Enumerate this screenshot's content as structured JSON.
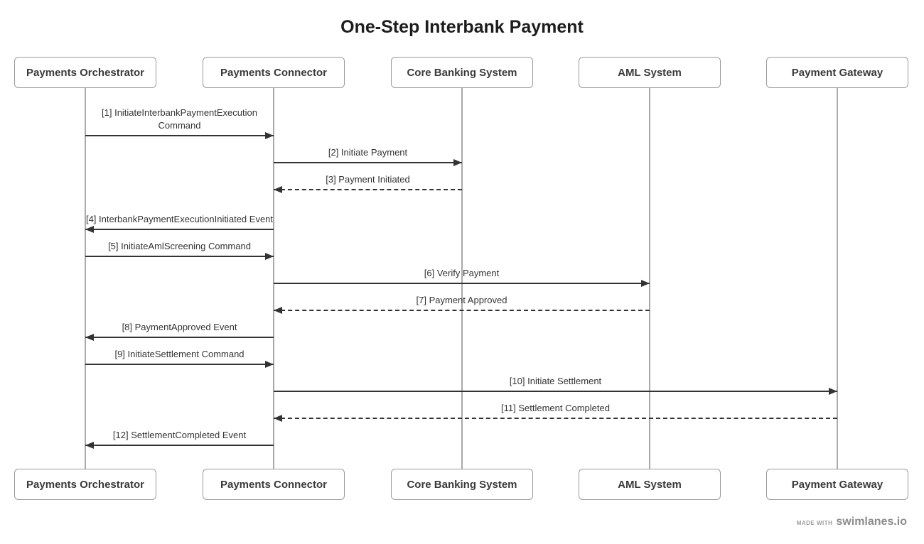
{
  "title": "One-Step Interbank Payment",
  "actors": [
    {
      "name": "Payments Orchestrator"
    },
    {
      "name": "Payments Connector"
    },
    {
      "name": "Core Banking System"
    },
    {
      "name": "AML System"
    },
    {
      "name": "Payment Gateway"
    }
  ],
  "messages": [
    {
      "num": 1,
      "label": "[1] InitiateInterbankPaymentExecution Command",
      "from": 0,
      "to": 1,
      "type": "call"
    },
    {
      "num": 2,
      "label": "[2] Initiate Payment",
      "from": 1,
      "to": 2,
      "type": "call"
    },
    {
      "num": 3,
      "label": "[3] Payment Initiated",
      "from": 2,
      "to": 1,
      "type": "reply"
    },
    {
      "num": 4,
      "label": "[4] InterbankPaymentExecutionInitiated Event",
      "from": 1,
      "to": 0,
      "type": "call"
    },
    {
      "num": 5,
      "label": "[5] InitiateAmlScreening Command",
      "from": 0,
      "to": 1,
      "type": "call"
    },
    {
      "num": 6,
      "label": "[6] Verify Payment",
      "from": 1,
      "to": 3,
      "type": "call"
    },
    {
      "num": 7,
      "label": "[7] Payment Approved",
      "from": 3,
      "to": 1,
      "type": "reply"
    },
    {
      "num": 8,
      "label": "[8] PaymentApproved Event",
      "from": 1,
      "to": 0,
      "type": "call"
    },
    {
      "num": 9,
      "label": "[9] InitiateSettlement Command",
      "from": 0,
      "to": 1,
      "type": "call"
    },
    {
      "num": 10,
      "label": "[10] Initiate Settlement",
      "from": 1,
      "to": 4,
      "type": "call"
    },
    {
      "num": 11,
      "label": "[11] Settlement Completed",
      "from": 4,
      "to": 1,
      "type": "reply"
    },
    {
      "num": 12,
      "label": "[12] SettlementCompleted Event",
      "from": 1,
      "to": 0,
      "type": "call"
    }
  ],
  "footer": {
    "made_with": "made with",
    "brand": "swimlanes.io"
  },
  "colors": {
    "arrow": "#333333",
    "lifeline": "#aaaaaa",
    "box_border": "#9a9a9a",
    "box_text": "#3a3a3a",
    "title_text": "#1d1d1d",
    "footer_text": "#8c8c8c"
  }
}
